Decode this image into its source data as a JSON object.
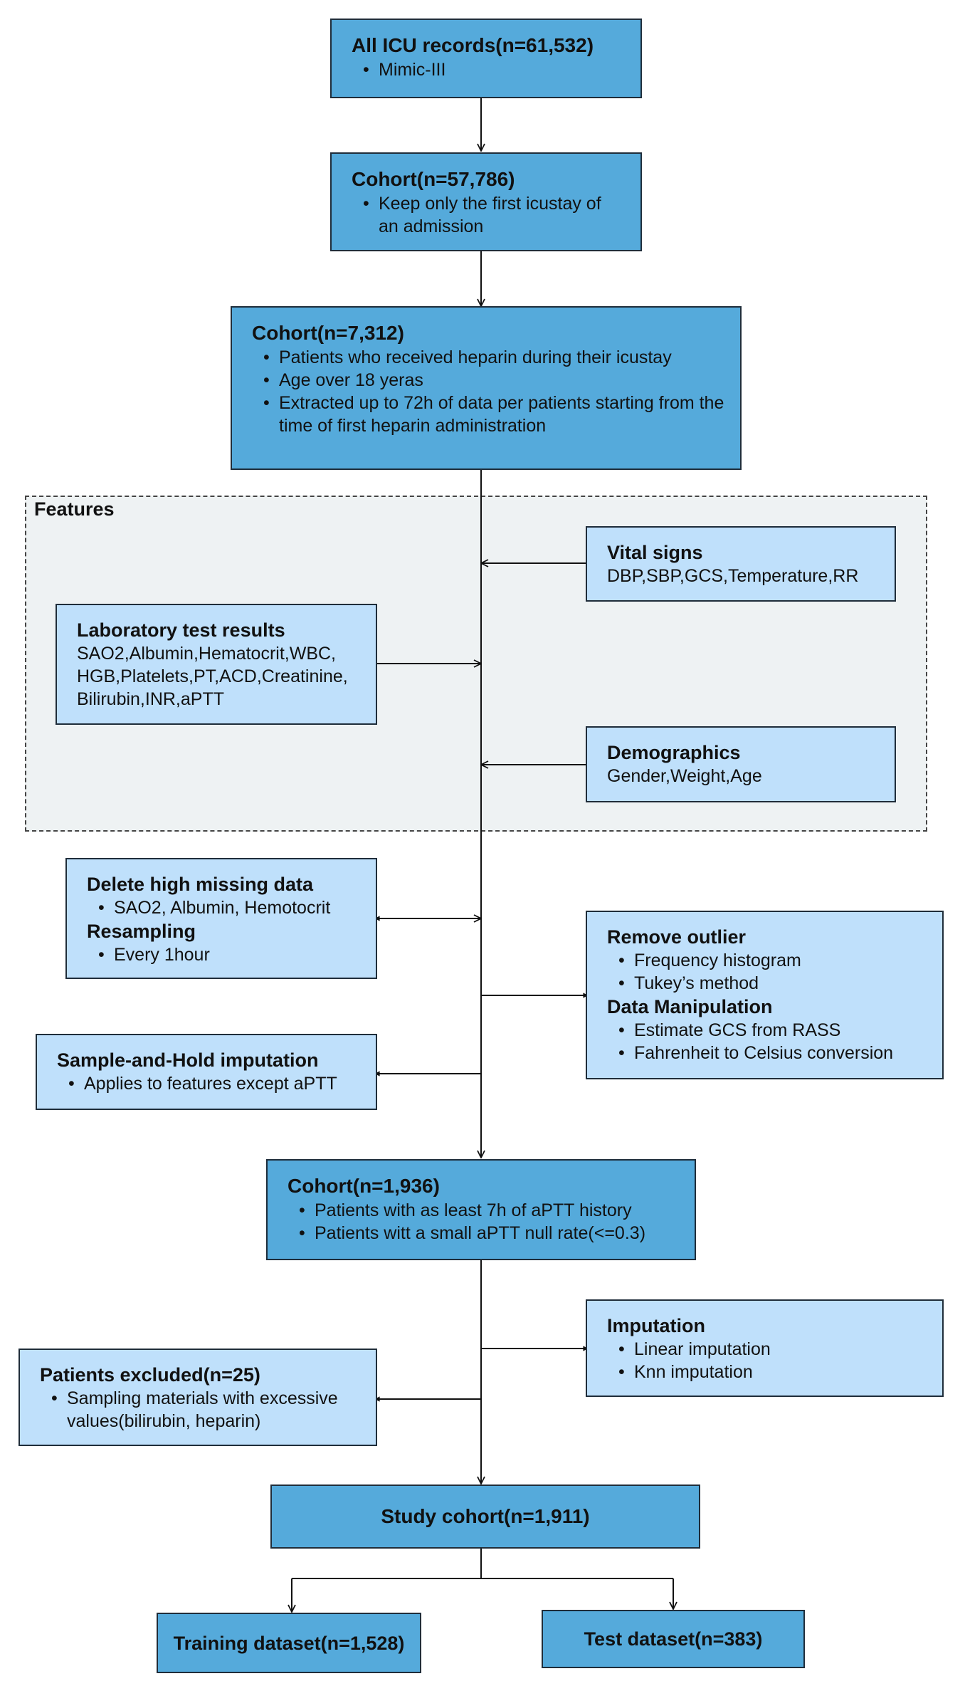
{
  "nodes": {
    "all_icu": {
      "title": "All ICU records(n=61,532)",
      "bullets": [
        "Mimic-III"
      ]
    },
    "cohort1": {
      "title": "Cohort(n=57,786)",
      "bullets": [
        "Keep only the first icustay of an admission"
      ]
    },
    "cohort2": {
      "title": "Cohort(n=7,312)",
      "bullets": [
        "Patients who received heparin during their icustay",
        "Age over 18 yeras",
        "Extracted up to 72h of data per patients starting from the time of first heparin administration"
      ]
    },
    "features": {
      "label": "Features",
      "vital_signs": {
        "title": "Vital signs",
        "text": "DBP,SBP,GCS,Temperature,RR"
      },
      "lab": {
        "title": "Laboratory test results",
        "lines": [
          "SAO2,Albumin,Hematocrit,WBC,",
          "HGB,Platelets,PT,ACD,Creatinine,",
          "Bilirubin,INR,aPTT"
        ]
      },
      "demographics": {
        "title": "Demographics",
        "text": "Gender,Weight,Age"
      }
    },
    "delete_missing": {
      "title": "Delete high missing data",
      "bullets": [
        "SAO2, Albumin, Hemotocrit"
      ],
      "title2": "Resampling",
      "bullets2": [
        "Every 1hour"
      ]
    },
    "remove_outlier": {
      "title": "Remove outlier",
      "bullets": [
        "Frequency histogram",
        "Tukey’s method"
      ],
      "title2": "Data Manipulation",
      "bullets2": [
        "Estimate GCS from RASS",
        "Fahrenheit to Celsius conversion"
      ]
    },
    "sample_hold": {
      "title": "Sample-and-Hold imputation",
      "bullets": [
        "Applies to features except aPTT"
      ]
    },
    "cohort3": {
      "title": "Cohort(n=1,936)",
      "bullets": [
        "Patients with as least 7h of aPTT history",
        "Patients witt a small aPTT null rate(<=0.3)"
      ]
    },
    "imputation": {
      "title": "Imputation",
      "bullets": [
        "Linear imputation",
        "Knn imputation"
      ]
    },
    "excluded": {
      "title": "Patients excluded(n=25)",
      "bullets": [
        "Sampling materials with excessive values(bilirubin, heparin)"
      ]
    },
    "study_cohort": {
      "title": "Study cohort(n=1,911)"
    },
    "training": {
      "title": "Training dataset(n=1,528)"
    },
    "test": {
      "title": "Test dataset(n=383)"
    }
  },
  "colors": {
    "primary_box": "#55aadb",
    "secondary_box": "#bfe0fb",
    "features_region": "#eef2f3",
    "border": "#1f2d3a"
  }
}
